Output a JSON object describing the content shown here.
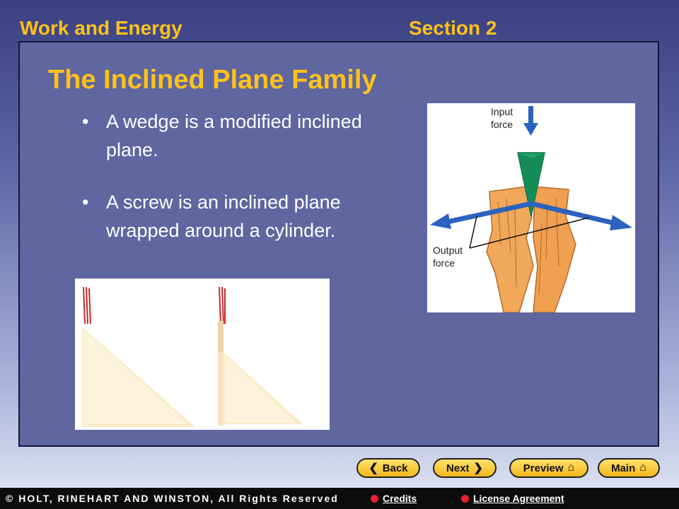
{
  "header": {
    "left": "Work and Energy",
    "right": "Section 2"
  },
  "slide": {
    "title": "The Inclined Plane Family",
    "bullets": [
      "A wedge is a modified inclined plane.",
      "A screw is an inclined plane wrapped around a cylinder."
    ]
  },
  "wedge_figure": {
    "input_label_1": "Input",
    "input_label_2": "force",
    "output_label_1": "Output",
    "output_label_2": "force"
  },
  "nav": {
    "back": "Back",
    "next": "Next",
    "preview": "Preview",
    "main": "Main"
  },
  "footer": {
    "copyright": "© HOLT, RINEHART AND WINSTON, All Rights Reserved",
    "credits": "Credits",
    "license": "License Agreement"
  },
  "colors": {
    "accent": "#ffc21a",
    "panel": "#5f66a0",
    "button": "#f3b71d"
  }
}
